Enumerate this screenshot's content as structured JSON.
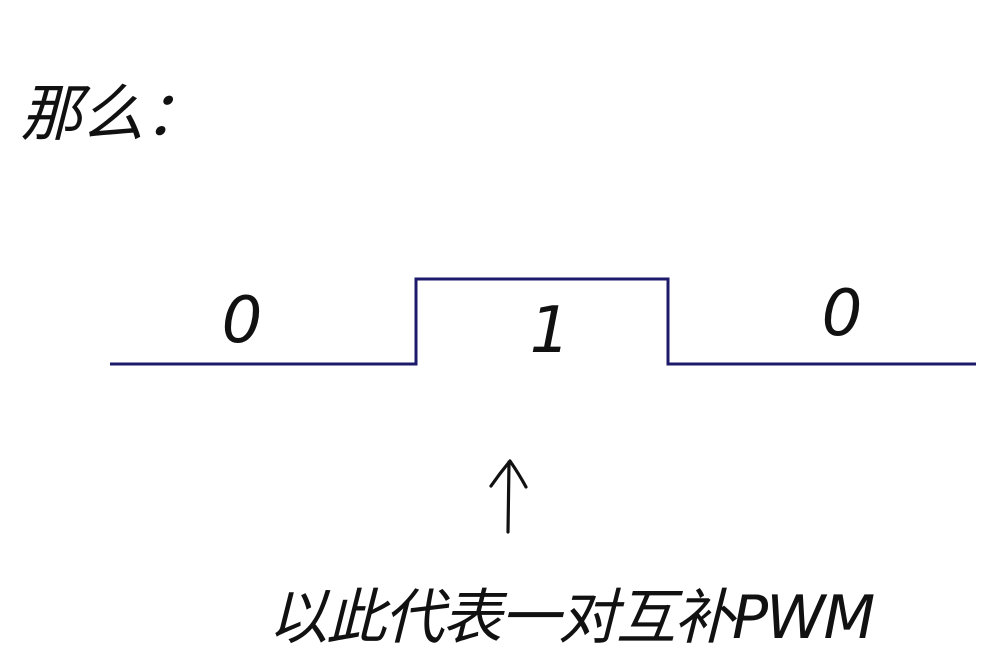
{
  "heading": "那么：",
  "signal": {
    "bits": [
      "0",
      "1",
      "0"
    ],
    "line_color": "#1c1a6b"
  },
  "pointer": {
    "icon": "up-arrow-icon"
  },
  "caption": "以此代表一对互补PWM"
}
